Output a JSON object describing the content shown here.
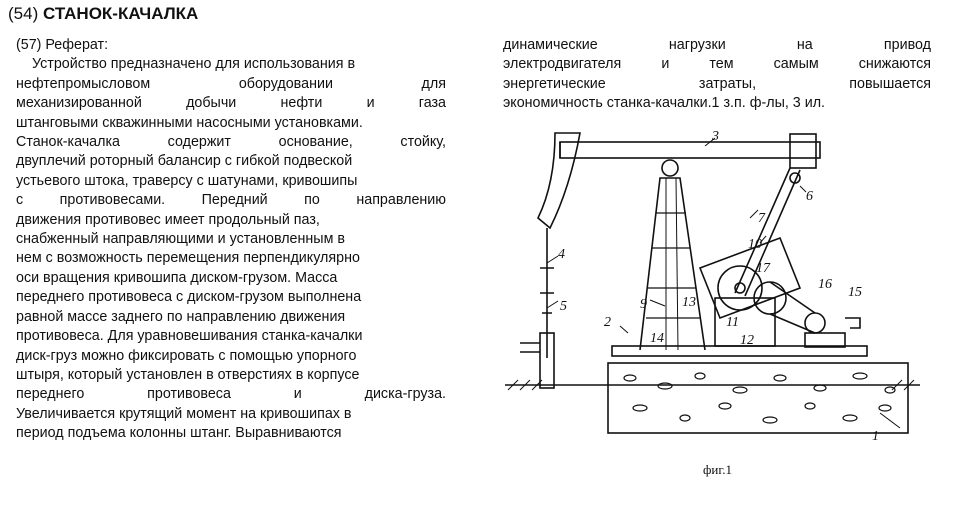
{
  "header": {
    "code": "(54)",
    "title": "СТАНОК-КАЧАЛКА"
  },
  "abstract": {
    "label": "(57)  Реферат:",
    "left_lines": [
      "Устройство предназначено для использования в",
      "нефтепромысловом     оборудовании     для",
      "механизированной    добычи    нефти    и    газа",
      "штанговыми скважинными насосными установками.",
      "Станок-качалка    содержит    основание,    стойку,",
      "двуплечий роторный балансир с гибкой подвеской",
      "устьевого штока, траверсу с шатунами, кривошипы",
      "с   противовесами.   Передний   по   направлению",
      "движения противовес имеет продольный паз,",
      "снабженный направляющими и установленным в",
      "нем с возможность перемещения перпендикулярно",
      "оси вращения кривошипа диском-грузом. Масса",
      "переднего противовеса с диском-грузом выполнена",
      "равной массе заднего по направлению движения",
      "противовеса. Для уравновешивания станка-качалки",
      "диск-груз можно фиксировать с помощью упорного",
      "штыря, который установлен в отверстиях в корпусе",
      "переднего        противовеса        и        диска-груза.",
      "Увеличивается крутящий момент на кривошипах в",
      "период подъема колонны штанг. Выравниваются"
    ],
    "right_lines": [
      "динамические     нагрузки     на     привод",
      "электродвигателя  и  тем  самым  снижаются",
      "энергетические     затраты,     повышается",
      "экономичность станка-качалки.1 з.п. ф-лы, 3 ил."
    ]
  },
  "figure": {
    "caption": "фиг.1",
    "labels": [
      "3",
      "6",
      "7",
      "10",
      "4",
      "5",
      "2",
      "9",
      "13",
      "17",
      "16",
      "15",
      "11",
      "14",
      "12",
      "1"
    ]
  }
}
